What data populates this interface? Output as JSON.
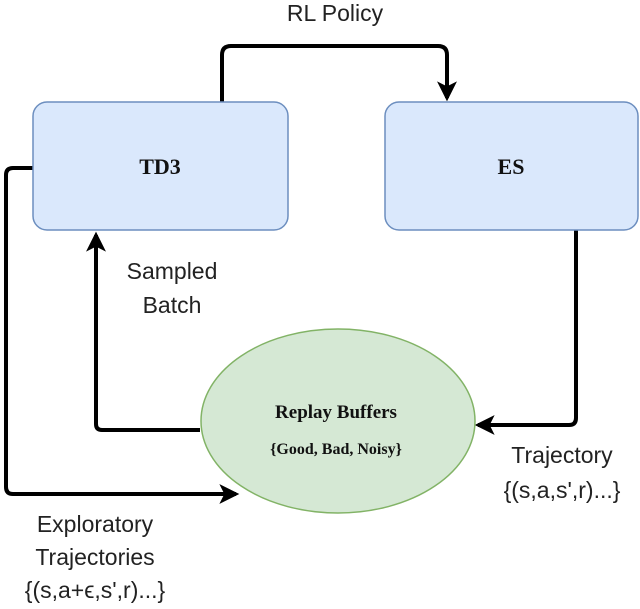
{
  "nodes": {
    "td3": {
      "label": "TD3"
    },
    "es": {
      "label": "ES"
    },
    "replay": {
      "title": "Replay Buffers",
      "subtitle": "{Good, Bad, Noisy}"
    }
  },
  "edges": {
    "rl_policy": {
      "label": "RL Policy"
    },
    "sampled_batch": {
      "line1": "Sampled",
      "line2": "Batch"
    },
    "trajectory": {
      "line1": "Trajectory",
      "line2": "{(s,a,s',r)...}"
    },
    "exploratory": {
      "line1": "Exploratory",
      "line2": "Trajectories",
      "line3": "{(s,a+ϵ,s',r)...}"
    }
  },
  "colors": {
    "box_fill": "#dae8fc",
    "box_stroke": "#6c8ebf",
    "ellipse_fill": "#d5e8d4",
    "ellipse_stroke": "#82b366",
    "arrow": "#000000"
  }
}
